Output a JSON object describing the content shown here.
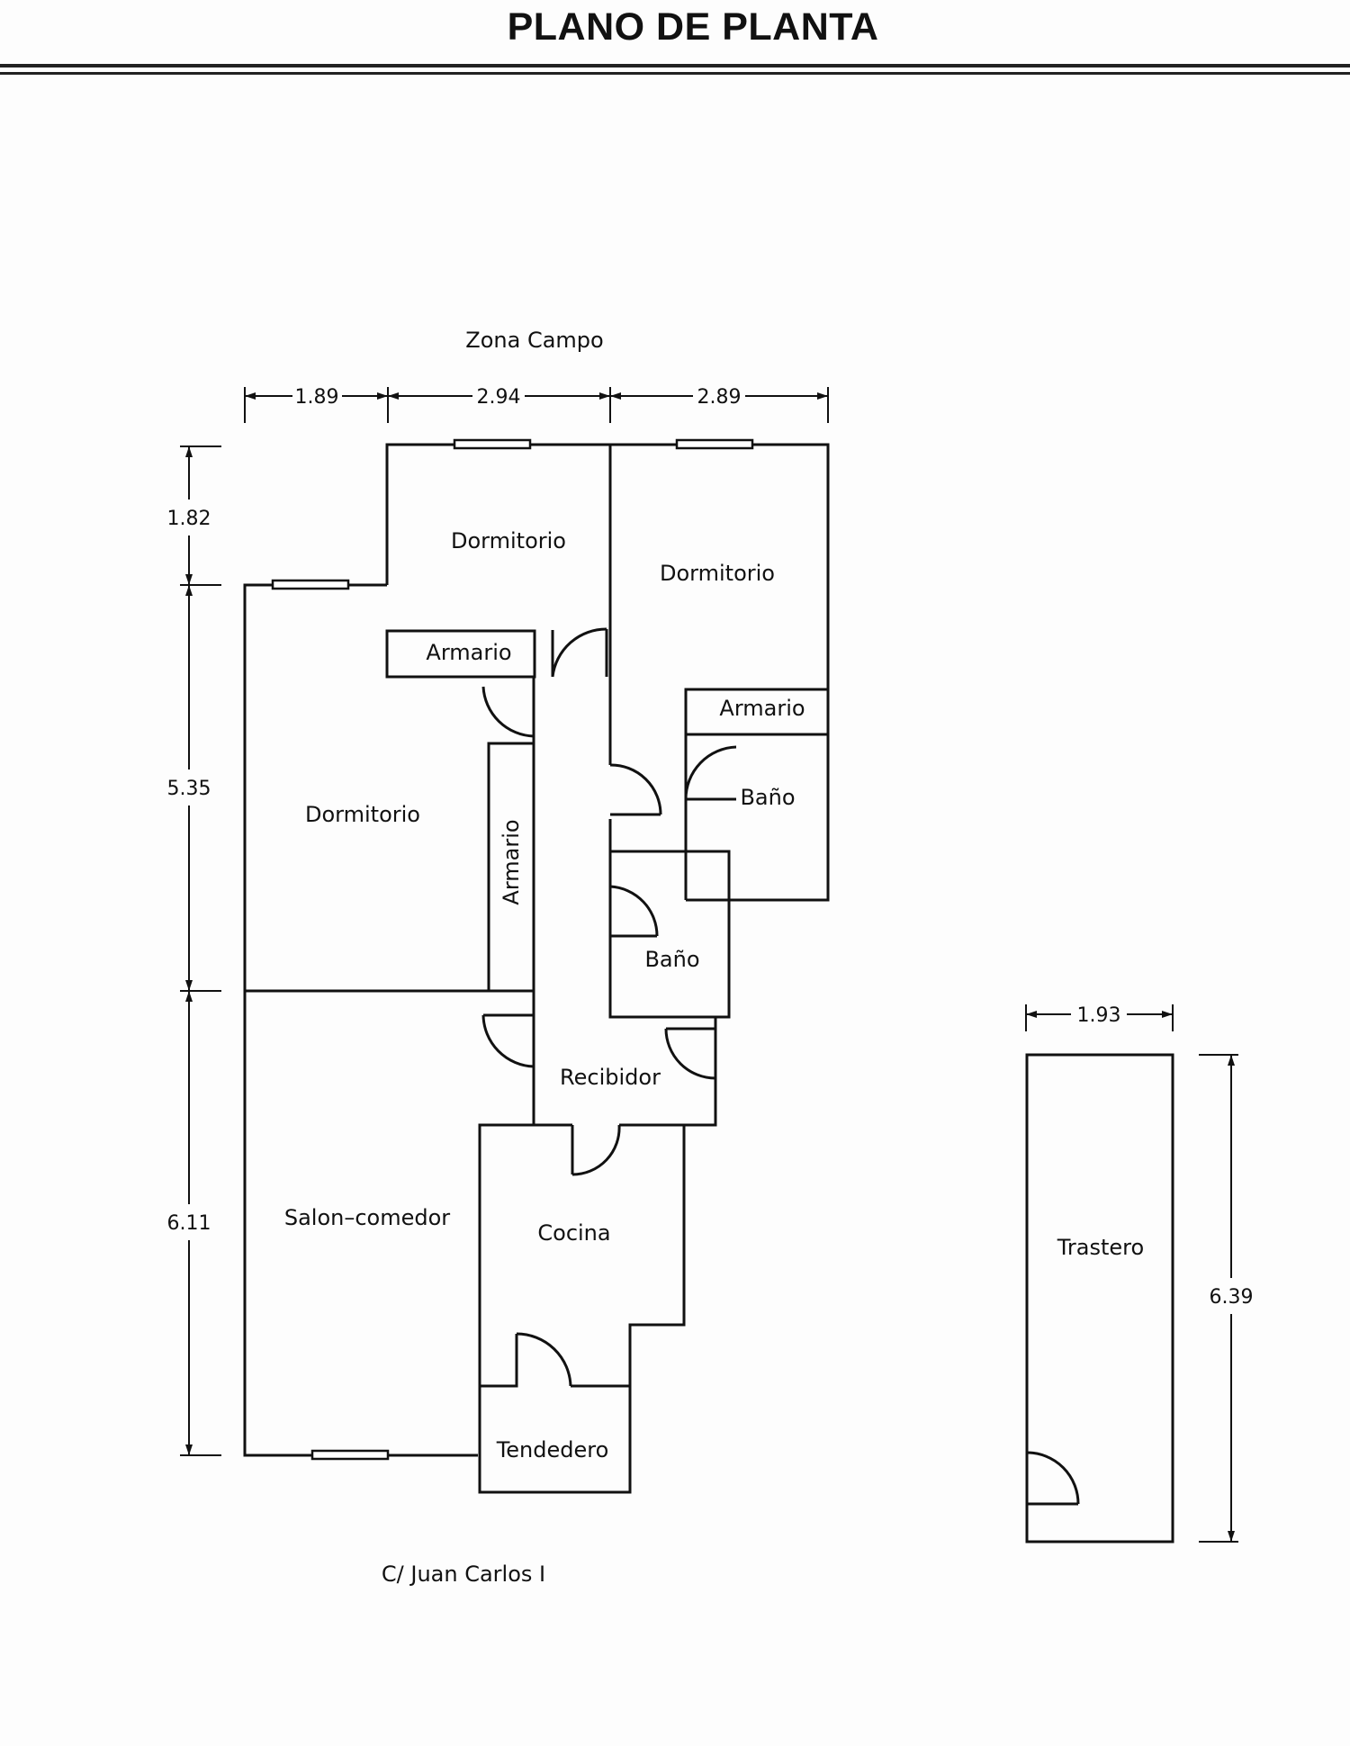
{
  "header": {
    "title": "PLANO DE PLANTA"
  },
  "labels": {
    "zona": "Zona Campo",
    "street": "C/ Juan Carlos I"
  },
  "dimensions": {
    "top_1": "1.89",
    "top_2": "2.94",
    "top_3": "2.89",
    "left_1": "1.82",
    "left_2": "5.35",
    "left_3": "6.11",
    "trastero_width": "1.93",
    "trastero_height": "6.39"
  },
  "rooms": {
    "dormitorio_1": "Dormitorio",
    "dormitorio_2": "Dormitorio",
    "dormitorio_3": "Dormitorio",
    "armario_1": "Armario",
    "armario_2": "Armario",
    "armario_3": "Armario",
    "bano_1": "Baño",
    "bano_2": "Baño",
    "recibidor": "Recibidor",
    "salon": "Salon–comedor",
    "cocina": "Cocina",
    "tendedero": "Tendedero",
    "trastero": "Trastero"
  }
}
